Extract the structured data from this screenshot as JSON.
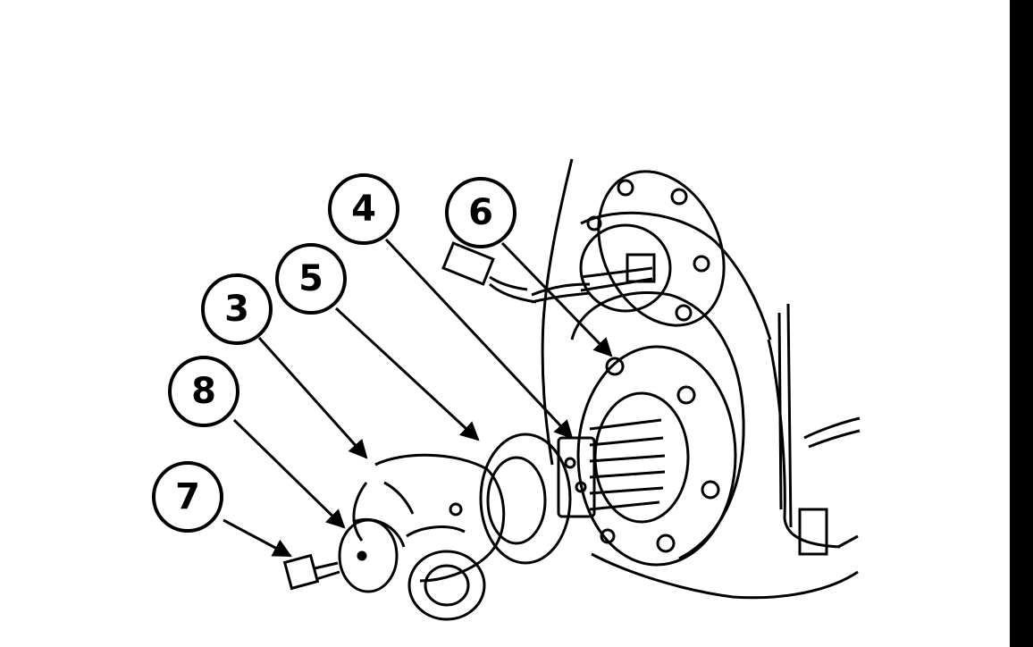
{
  "colors": {
    "ink": "#000000",
    "paper": "#ffffff"
  },
  "callouts": [
    {
      "id": "3",
      "label": "3"
    },
    {
      "id": "4",
      "label": "4"
    },
    {
      "id": "5",
      "label": "5"
    },
    {
      "id": "6",
      "label": "6"
    },
    {
      "id": "7",
      "label": "7"
    },
    {
      "id": "8",
      "label": "8"
    }
  ]
}
